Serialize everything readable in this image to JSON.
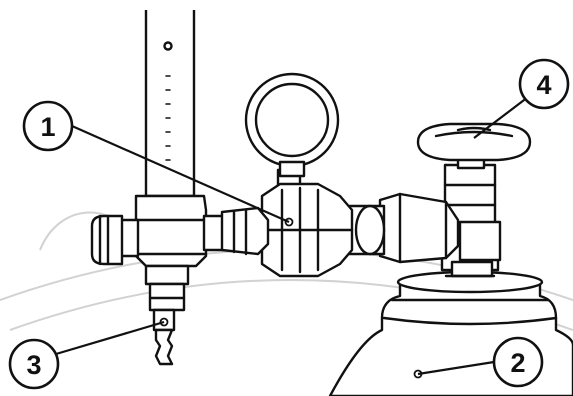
{
  "callouts": [
    {
      "number": "1",
      "part": "pressure-regulator"
    },
    {
      "number": "2",
      "part": "gas-cylinder"
    },
    {
      "number": "3",
      "part": "hose-connection-nipple"
    },
    {
      "number": "4",
      "part": "cylinder-valve-handwheel"
    }
  ]
}
